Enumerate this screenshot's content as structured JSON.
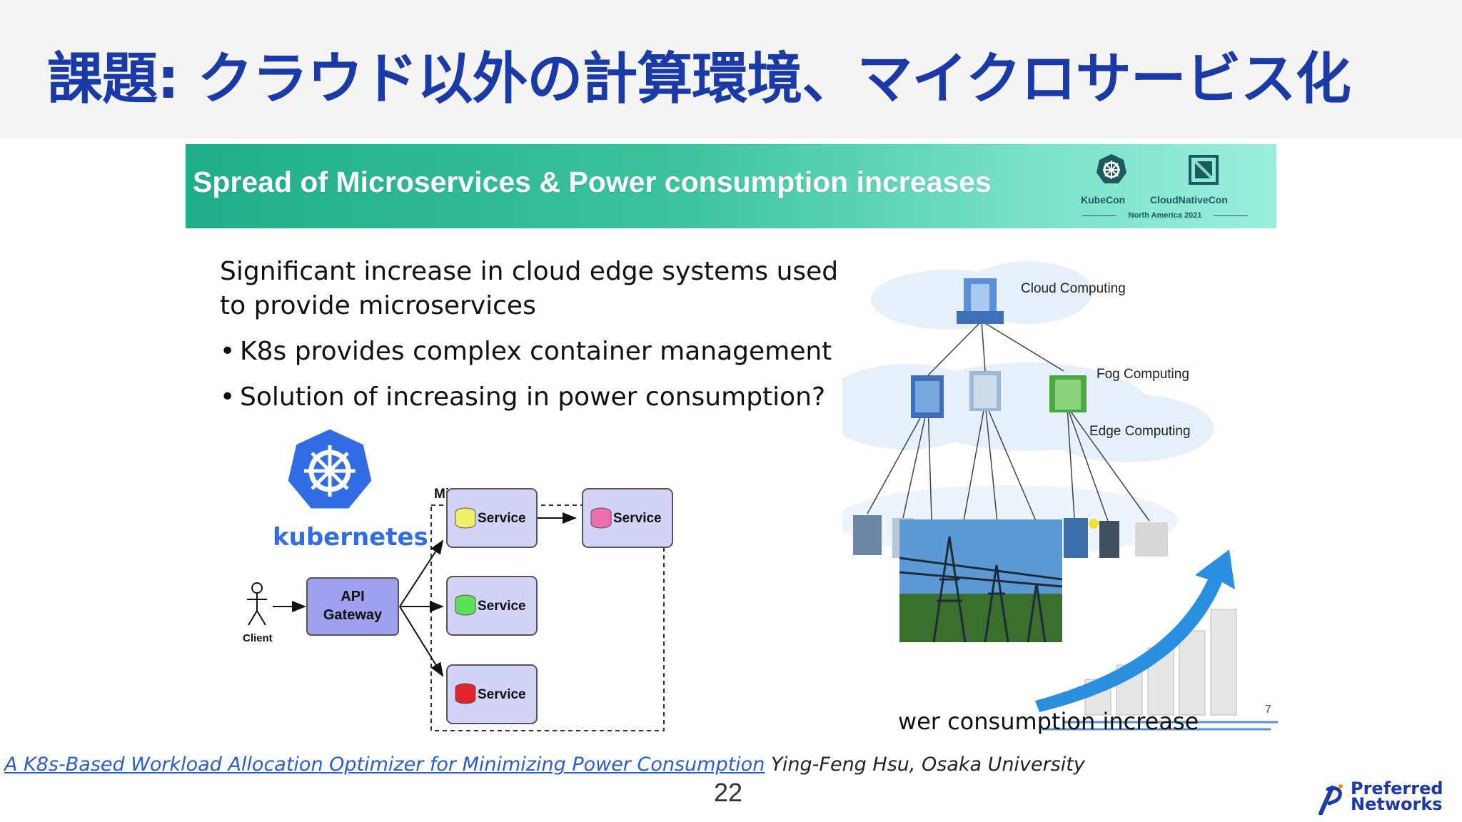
{
  "page": {
    "title": "課題: クラウド以外の計算環境、マイクロサービス化",
    "page_number": "22"
  },
  "slide": {
    "banner_title": "Spread of Microservices & Power consumption increases",
    "logos": {
      "kubecon": "KubeCon",
      "cloudnativecon": "CloudNativeCon",
      "region": "North America 2021"
    },
    "body_line1": "Significant increase in cloud edge systems used",
    "body_line2": "to provide microservices",
    "bullets": [
      "K8s provides complex container management",
      "Solution of increasing in power consumption?"
    ],
    "bullet_glyph": "•",
    "architecture": {
      "brand": "kubernetes",
      "client_label": "Client",
      "gateway_label_line1": "API",
      "gateway_label_line2": "Gateway",
      "group_label": "Microservices",
      "service_label": "Service"
    },
    "cloud_layers": {
      "cloud": "Cloud Computing",
      "fog": "Fog Computing",
      "edge": "Edge Computing"
    },
    "power_caption": "power consumption increase",
    "slide_page_number": "7"
  },
  "footer": {
    "link_text": "A K8s-Based Workload Allocation Optimizer for Minimizing Power Consumption",
    "author": " Ying-Feng Hsu, Osaka University"
  },
  "brand": {
    "line1": "Preferred",
    "line2": "Networks"
  },
  "colors": {
    "title_blue": "#1a3aa8",
    "banner_green": "#2db892",
    "k8s_blue": "#326ce5",
    "gateway_purple": "#9fa0ee",
    "service_fill": "#d3d3f7",
    "db_yellow": "#f0ee6a",
    "db_pink": "#ec6fb2",
    "db_green": "#5de05a",
    "db_red": "#e5242b",
    "link_blue": "#2a5bd7"
  }
}
